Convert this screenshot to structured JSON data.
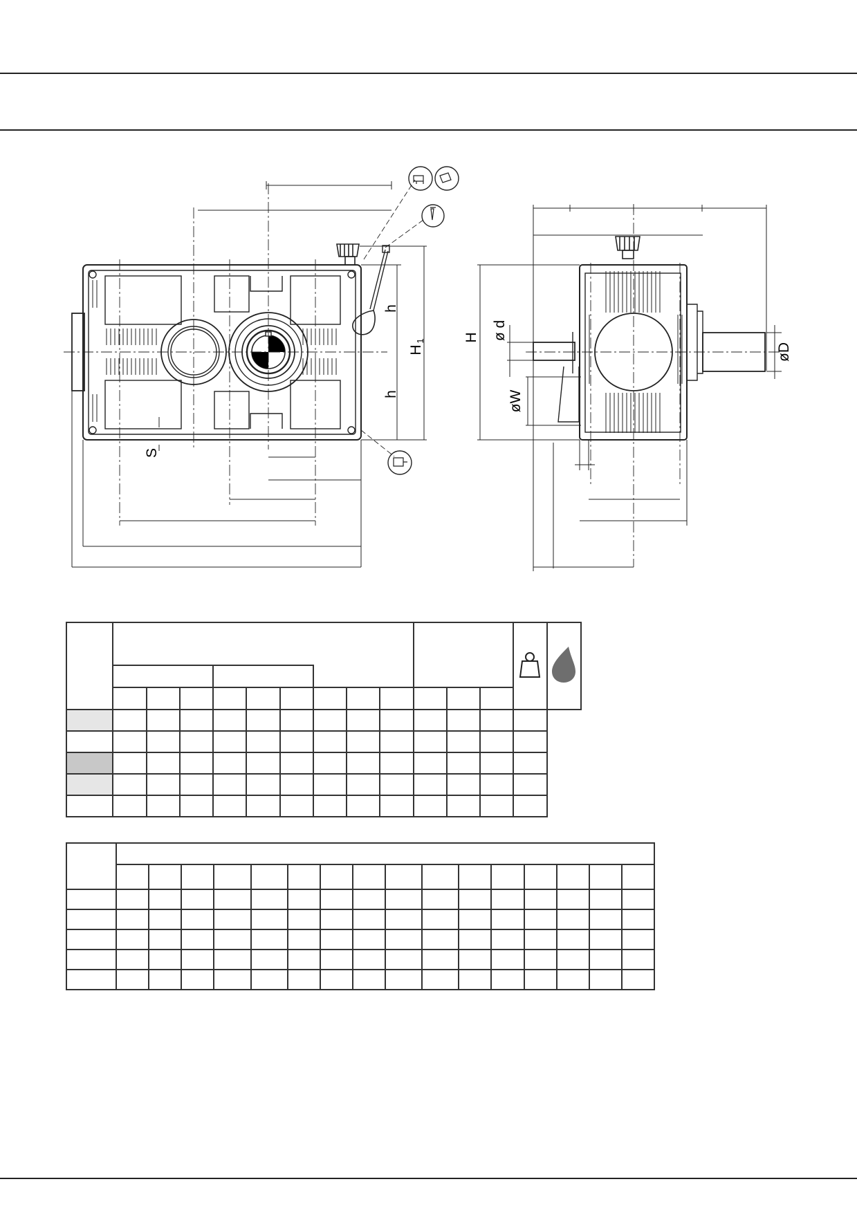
{
  "dimension_labels": {
    "h_upper": "h",
    "h_lower": "h",
    "H1_main": "H",
    "H1_sub": "1",
    "S": "S",
    "H": "H",
    "d": "ø d",
    "W": "øW",
    "D": "øD"
  },
  "icons": {
    "table1_col13": "weight-icon",
    "table1_col14": "oil-drop-icon",
    "callout_top_left": "oil-fill-icon",
    "callout_top_right": "oil-container-icon",
    "callout_vent": "breather-vent-icon",
    "callout_drain": "oil-drain-icon"
  },
  "colors": {
    "line": "#222222",
    "fill_light": "#e6e6e6",
    "fill_mid": "#c8c8c8",
    "drop": "#6e6e6e"
  },
  "table1": {
    "rows": 5,
    "cols": 14,
    "shaded_rows": [
      "light",
      "none",
      "mid",
      "light",
      "none"
    ]
  },
  "table2": {
    "rows": 5,
    "cols": 17
  }
}
